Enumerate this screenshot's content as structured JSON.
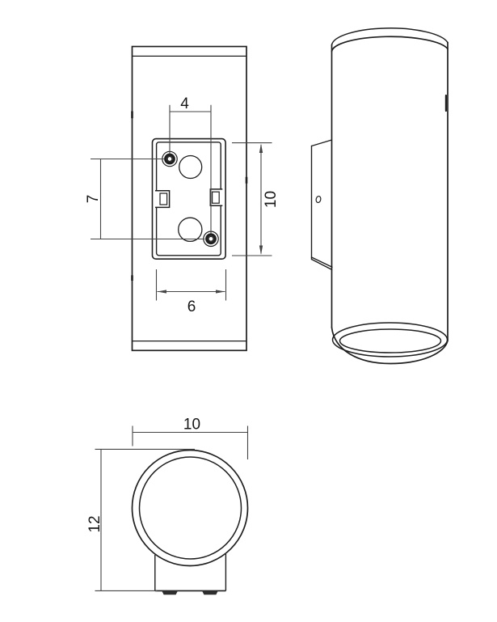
{
  "page": {
    "background": "#ffffff"
  },
  "drawing": {
    "line_color": "#1e1e1e",
    "dim_color": "#454545",
    "text_color": "#161616",
    "foot_fill": "#2e2e2e",
    "front_view": {
      "dim_screw_spacing_x": "4",
      "dim_screw_spacing_y": "7",
      "dim_backbox_height": "10",
      "dim_backbox_width": "6"
    },
    "bottom_view": {
      "dim_diameter": "10",
      "dim_overall_depth": "12"
    }
  }
}
